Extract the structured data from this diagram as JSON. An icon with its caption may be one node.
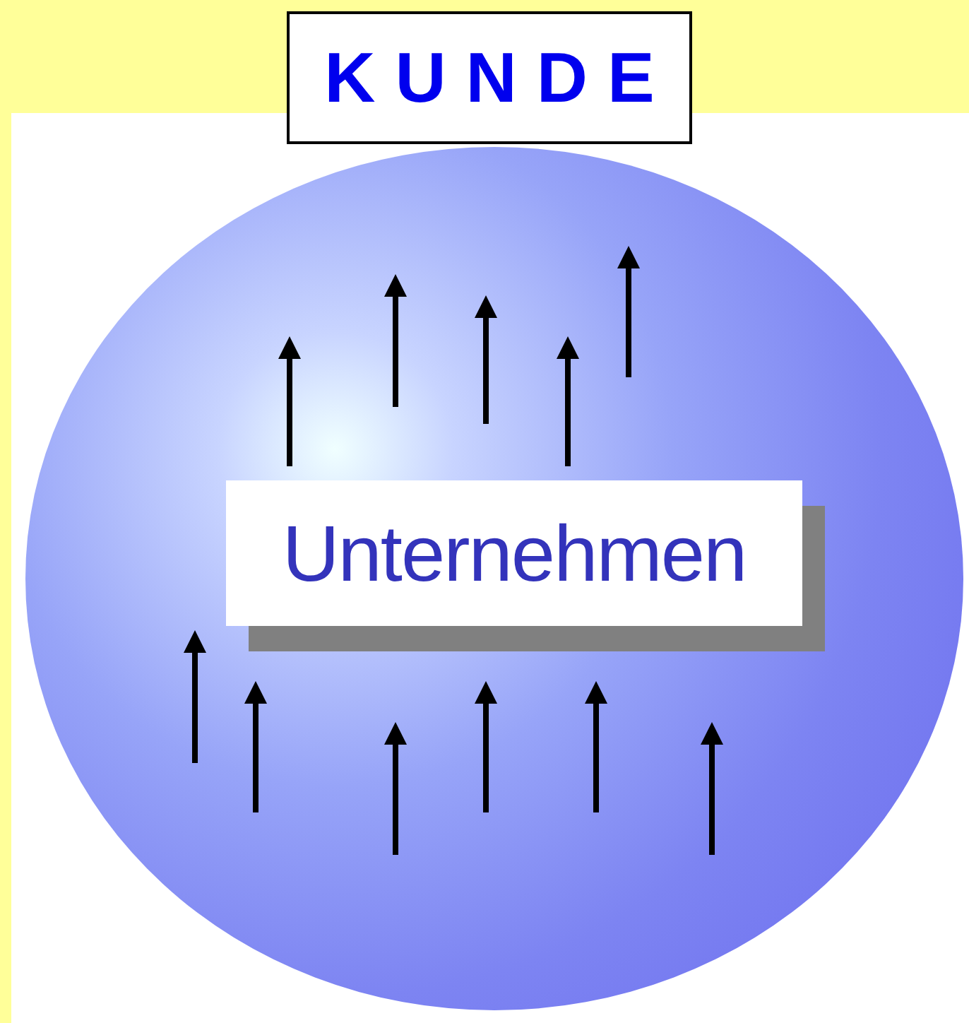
{
  "diagram": {
    "nodes": [
      {
        "text": [
          "KUNDE"
        ]
      },
      {
        "text": [],
        "shape": "circle"
      },
      {
        "text": [
          "Unternehmen"
        ],
        "in": 1
      }
    ]
  }
}
